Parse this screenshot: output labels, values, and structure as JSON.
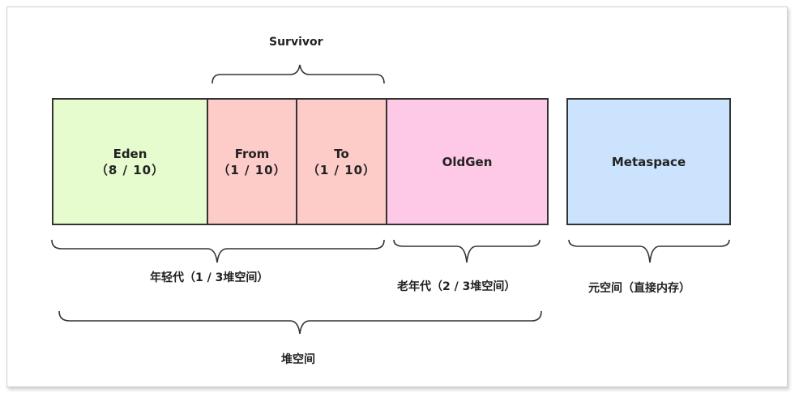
{
  "survivor_label": "Survivor",
  "eden": {
    "name": "Eden",
    "ratio": "（8 / 10）"
  },
  "from": {
    "name": "From",
    "ratio": "（1 / 10）"
  },
  "to": {
    "name": "To",
    "ratio": "（1 / 10）"
  },
  "oldgen": {
    "name": "OldGen"
  },
  "metaspace": {
    "name": "Metaspace"
  },
  "young_gen_label": "年轻代（1 / 3堆空间）",
  "old_gen_label": "老年代（2 / 3堆空间）",
  "metaspace_label": "元空间（直接内存）",
  "heap_label": "堆空间",
  "colors": {
    "eden": "#e6fccf",
    "survivor": "#fdcbc8",
    "oldgen": "#fdc9e6",
    "metaspace": "#cce3fd",
    "border": "#333333"
  }
}
